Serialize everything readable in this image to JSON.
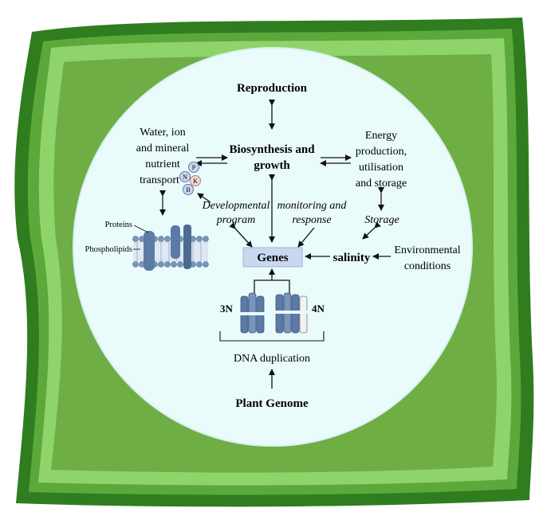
{
  "diagram": {
    "nodes": {
      "reproduction": "Reproduction",
      "biosynthesis_line1": "Biosynthesis and",
      "biosynthesis_line2": "growth",
      "water_line1": "Water, ion",
      "water_line2": "and mineral",
      "water_line3": "nutrient",
      "water_line4": "transport",
      "energy_line1": "Energy",
      "energy_line2": "production,",
      "energy_line3": "utilisation",
      "energy_line4": "and storage",
      "developmental_line1": "Developmental",
      "developmental_line2": "program",
      "monitoring_line1": "monitoring and",
      "monitoring_line2": "response",
      "storage": "Storage",
      "genes": "Genes",
      "salinity": "salinity",
      "environmental_line1": "Environmental",
      "environmental_line2": "conditions",
      "ploidy_3n": "3N",
      "ploidy_4n": "4N",
      "dna_duplication": "DNA duplication",
      "plant_genome": "Plant Genome"
    },
    "membrane": {
      "proteins": "Proteins",
      "phospholipids": "Phospholipids"
    },
    "nutrients": [
      "P",
      "N",
      "K",
      "B"
    ],
    "colors": {
      "outer_wall": "#2f7d1f",
      "wall_light": "#8fd46a",
      "cytoplasm": "#6fae45",
      "nucleus_fill": "#eafbfb",
      "genes_box": "#c9d8ee",
      "chromosome": "#5b7ba6",
      "membrane": "#7b95b8"
    }
  }
}
